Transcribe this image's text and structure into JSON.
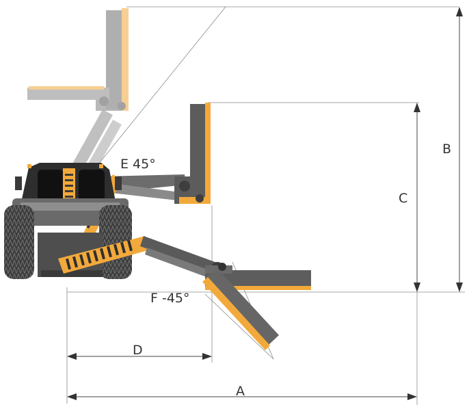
{
  "labels": {
    "A": "A",
    "B": "B",
    "C": "C",
    "D": "D",
    "E": "E 45°",
    "F": "F -45°"
  },
  "colors": {
    "machine_dark": "#4a4a4a",
    "machine_mid": "#707070",
    "faded_dark": "#9a9a9a",
    "faded_light": "#c8c8c8",
    "yellow": "#f2a93b",
    "yellow_light": "#f7d49a",
    "tyre": "#3c3c3c",
    "line": "#444444"
  }
}
